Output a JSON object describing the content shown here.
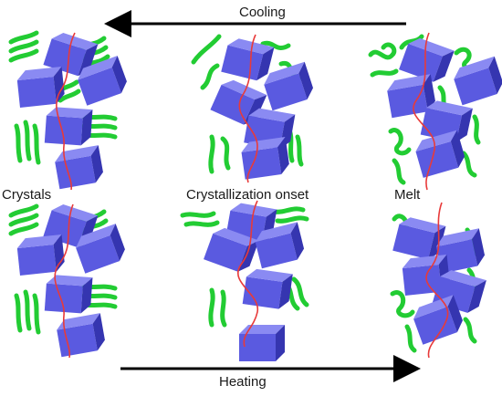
{
  "labels": {
    "cooling": "Cooling",
    "heating": "Heating",
    "crystals": "Crystals",
    "onset": "Crystallization onset",
    "melt": "Melt"
  },
  "colors": {
    "block_front": "#5a5ae0",
    "block_top": "#8a8af2",
    "block_side": "#3535b0",
    "chain_segment": "#22cc33",
    "tie_chain": "#e83a3a",
    "arrow": "#000000"
  }
}
